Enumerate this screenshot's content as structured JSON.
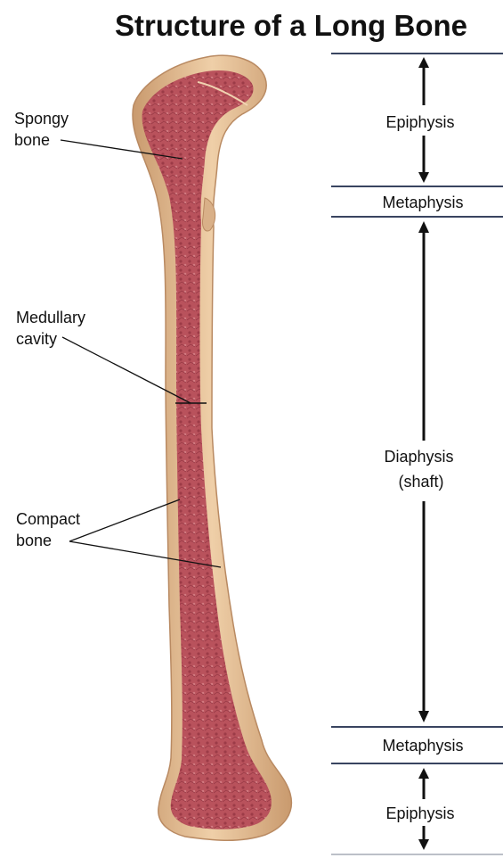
{
  "title": "Structure of a Long Bone",
  "labels": {
    "spongy_bone": [
      "Spongy",
      "bone"
    ],
    "medullary_cavity": [
      "Medullary",
      "cavity"
    ],
    "compact_bone": [
      "Compact",
      "bone"
    ]
  },
  "regions": {
    "epiphysis_top": "Epiphysis",
    "metaphysis_top": "Metaphysis",
    "diaphysis": [
      "Diaphysis",
      "(shaft)"
    ],
    "metaphysis_bottom": "Metaphysis",
    "epiphysis_bottom": "Epiphysis"
  },
  "colors": {
    "compact_bone": "#e3b98f",
    "compact_bone_edge": "#b98a62",
    "marrow": "#b8505a",
    "marrow_dark": "#8f3340",
    "leader_lines": "#111111",
    "rules": "#1d2a4a"
  }
}
